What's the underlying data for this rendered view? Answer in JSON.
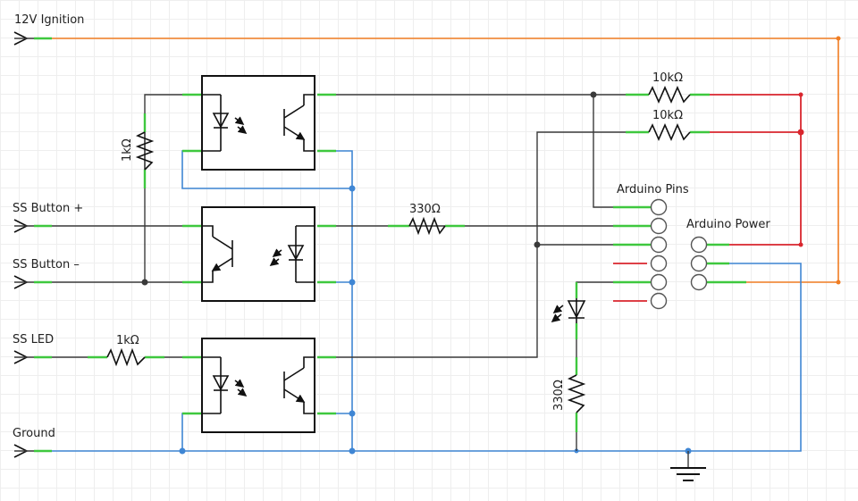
{
  "inputs": {
    "ignition": "12V Ignition",
    "button_plus": "SS Button +",
    "button_minus": "SS Button –",
    "led": "SS LED",
    "ground": "Ground"
  },
  "resistors": {
    "r_top": "10kΩ",
    "r_second": "10kΩ",
    "r_button": "330Ω",
    "r_led_in": "1kΩ",
    "r_vertical": "1kΩ",
    "r_led_series": "330Ω"
  },
  "headers": {
    "pins": "Arduino Pins",
    "power": "Arduino Power"
  },
  "colors": {
    "wire_black": "#3a3a3a",
    "wire_blue": "#3f86d4",
    "wire_orange": "#f07d22",
    "wire_red": "#d9262e",
    "pin_green": "#3ec83e"
  }
}
